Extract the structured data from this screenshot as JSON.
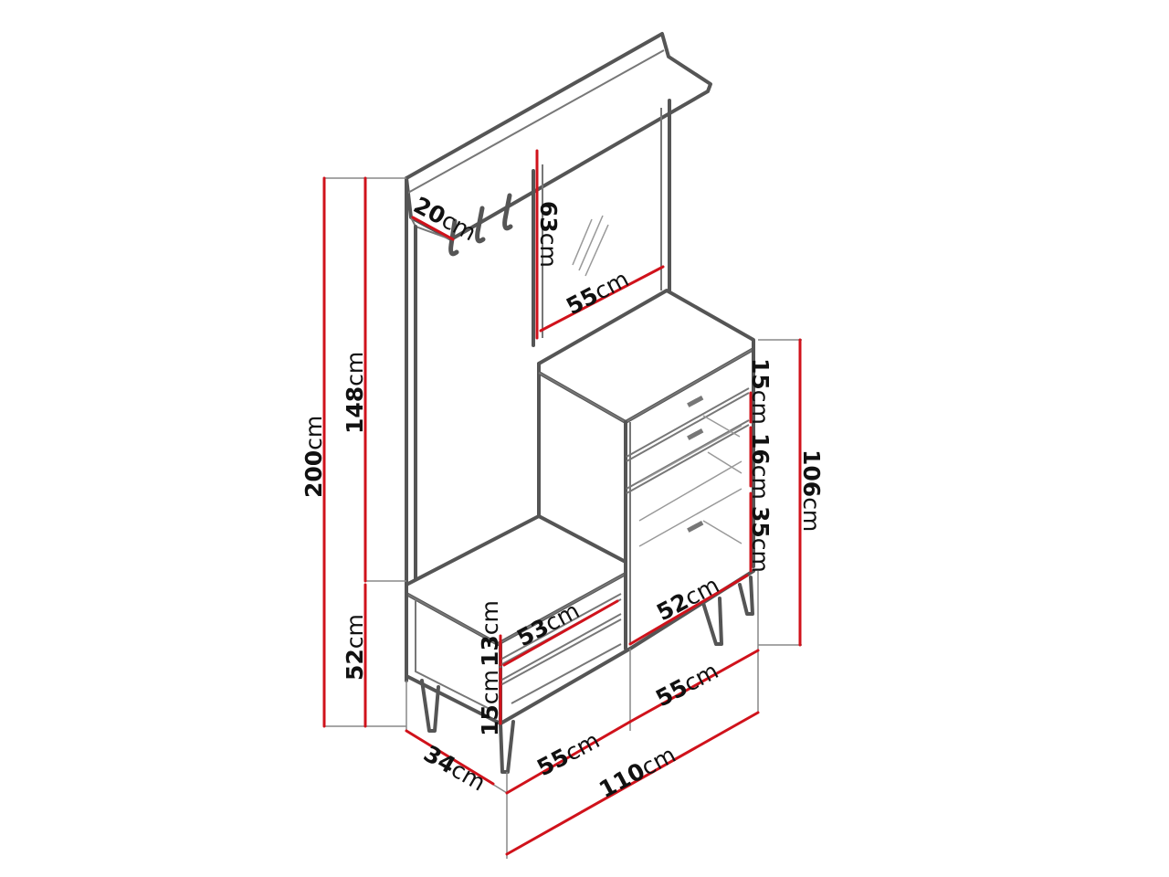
{
  "dimensions": {
    "total_height": {
      "value": "200",
      "unit": "cm"
    },
    "panel_height": {
      "value": "148",
      "unit": "cm"
    },
    "bench_height": {
      "value": "52",
      "unit": "cm"
    },
    "shelf_depth": {
      "value": "20",
      "unit": "cm"
    },
    "mirror_height": {
      "value": "63",
      "unit": "cm"
    },
    "mirror_width": {
      "value": "55",
      "unit": "cm"
    },
    "drawer1_height": {
      "value": "15",
      "unit": "cm"
    },
    "drawer2_height": {
      "value": "16",
      "unit": "cm"
    },
    "cabinet_lower_height": {
      "value": "35",
      "unit": "cm"
    },
    "cabinet_total_height": {
      "value": "106",
      "unit": "cm"
    },
    "cabinet_inner_width": {
      "value": "52",
      "unit": "cm"
    },
    "bench_inner_width": {
      "value": "53",
      "unit": "cm"
    },
    "bench_compartment_upper": {
      "value": "13",
      "unit": "cm"
    },
    "bench_compartment_lower": {
      "value": "15",
      "unit": "cm"
    },
    "depth": {
      "value": "34",
      "unit": "cm"
    },
    "bench_width": {
      "value": "55",
      "unit": "cm"
    },
    "cabinet_width": {
      "value": "55",
      "unit": "cm"
    },
    "total_width": {
      "value": "110",
      "unit": "cm"
    }
  }
}
